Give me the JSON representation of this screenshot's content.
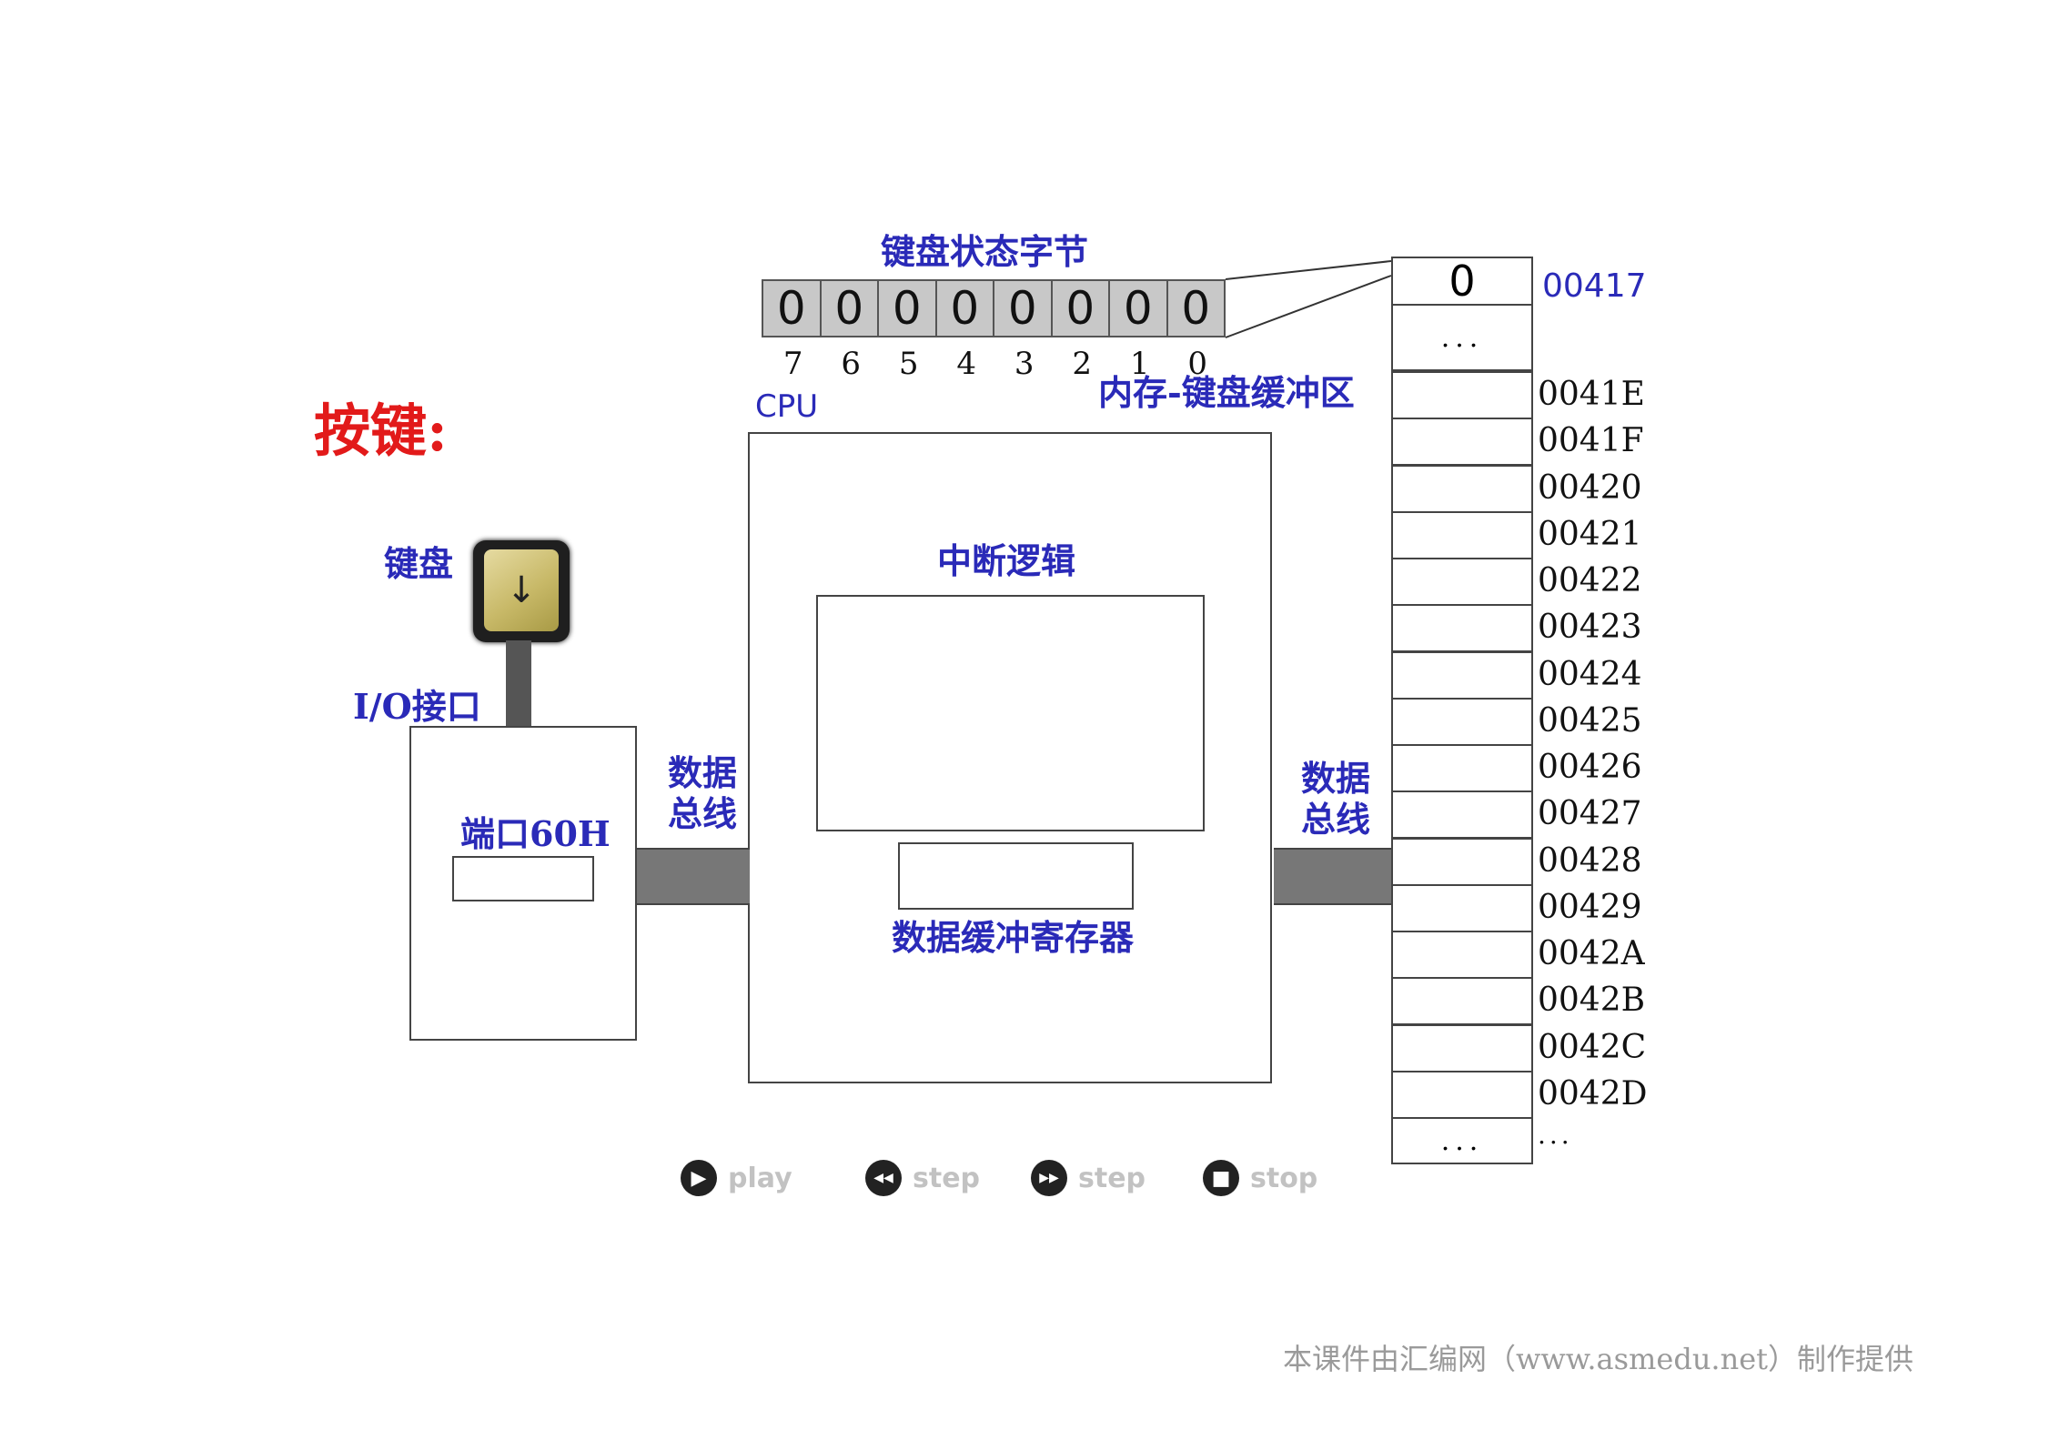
{
  "title": "按键:",
  "status_byte": {
    "label": "键盘状态字节",
    "bits": [
      "0",
      "0",
      "0",
      "0",
      "0",
      "0",
      "0",
      "0"
    ],
    "indices": [
      "7",
      "6",
      "5",
      "4",
      "3",
      "2",
      "1",
      "0"
    ]
  },
  "cpu": {
    "label": "CPU",
    "interrupt_label": "中断逻辑",
    "buffer_label": "数据缓冲寄存器"
  },
  "keyboard": {
    "label": "键盘",
    "key_glyph": "↓",
    "io_label": "I/O接口",
    "port_label": "端口60H"
  },
  "bus": {
    "left_label": "数据\n总线",
    "right_label": "数据\n总线"
  },
  "memory": {
    "label": "内存-键盘缓冲区",
    "top_cell": "0",
    "top_address": "00417",
    "gap": "...",
    "addresses": [
      "0041E",
      "0041F",
      "00420",
      "00421",
      "00422",
      "00423",
      "00424",
      "00425",
      "00426",
      "00427",
      "00428",
      "00429",
      "0042A",
      "0042B",
      "0042C",
      "0042D"
    ],
    "bottom_gap": "...",
    "bottom_address_gap": "..."
  },
  "controls": [
    {
      "name": "play",
      "icon": "play-icon",
      "glyph": "▶",
      "label": "play"
    },
    {
      "name": "step-back",
      "icon": "rewind-icon",
      "glyph": "◀◀",
      "label": "step"
    },
    {
      "name": "step-forward",
      "icon": "fast-forward-icon",
      "glyph": "▶▶",
      "label": "step"
    },
    {
      "name": "stop",
      "icon": "stop-icon",
      "glyph": "■",
      "label": "stop"
    }
  ],
  "footer": "本课件由汇编网（www.asmedu.net）制作提供"
}
